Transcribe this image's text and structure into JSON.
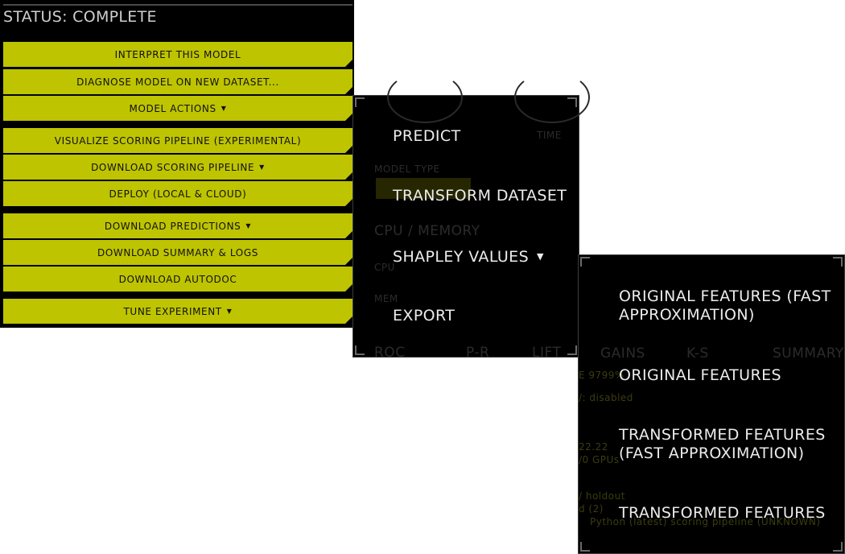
{
  "status": {
    "title": "STATUS: COMPLETE"
  },
  "actions": [
    {
      "label": "INTERPRET THIS MODEL",
      "has_caret": false
    },
    {
      "label": "DIAGNOSE MODEL ON NEW DATASET...",
      "has_caret": false
    },
    {
      "label": "MODEL ACTIONS",
      "has_caret": true
    },
    {
      "label": "VISUALIZE SCORING PIPELINE (EXPERIMENTAL)",
      "has_caret": false
    },
    {
      "label": "DOWNLOAD SCORING PIPELINE",
      "has_caret": true
    },
    {
      "label": "DEPLOY (LOCAL & CLOUD)",
      "has_caret": false
    },
    {
      "label": "DOWNLOAD PREDICTIONS",
      "has_caret": true
    },
    {
      "label": "DOWNLOAD SUMMARY & LOGS",
      "has_caret": false
    },
    {
      "label": "DOWNLOAD AUTODOC",
      "has_caret": false
    },
    {
      "label": "TUNE EXPERIMENT",
      "has_caret": true
    }
  ],
  "model_actions_menu": {
    "items": [
      "PREDICT",
      "TRANSFORM DATASET",
      "SHAPLEY VALUES",
      "EXPORT"
    ]
  },
  "shapley_submenu": {
    "items": [
      {
        "line1": "ORIGINAL FEATURES (FAST",
        "line2": "APPROXIMATION)"
      },
      {
        "line1": "ORIGINAL FEATURES",
        "line2": ""
      },
      {
        "line1": "TRANSFORMED FEATURES",
        "line2": "(FAST APPROXIMATION)"
      },
      {
        "line1": "TRANSFORMED FEATURES",
        "line2": ""
      }
    ]
  },
  "background_ghost": {
    "time": "TIME",
    "model_type": "MODEL TYPE",
    "cpu_memory": "CPU / MEMORY",
    "cpu": "CPU",
    "mem": "MEM",
    "tabs": [
      "ROC",
      "P-R",
      "LIFT",
      "GAINS",
      "K-S",
      "SUMMARY"
    ],
    "lines": [
      "E 9799%",
      "/: disabled",
      "22.22",
      "/0 GPUs",
      "/ holdout",
      "d (2)",
      "Python (latest) scoring pipeline (UNKNOWN)"
    ]
  },
  "colors": {
    "button_bg": "#bec400",
    "panel_bg": "#000000",
    "menu_text": "#ececec"
  },
  "icons": {
    "caret": "caret-down-icon"
  }
}
